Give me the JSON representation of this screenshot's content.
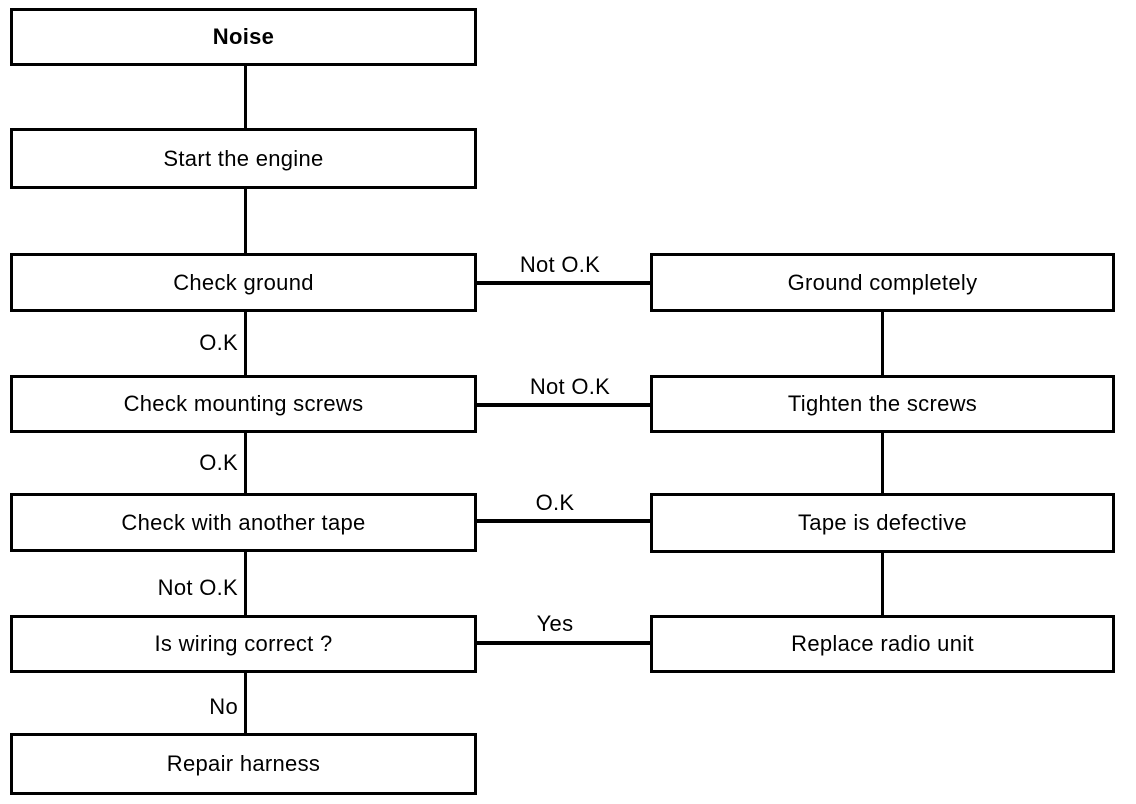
{
  "diagram": {
    "type": "flowchart",
    "title": "Noise",
    "colors": {
      "background": "#ffffff",
      "line": "#000000",
      "text": "#000000"
    },
    "nodes": [
      {
        "id": "noise",
        "label": "Noise",
        "column": "left",
        "row": 0
      },
      {
        "id": "start-engine",
        "label": "Start the engine",
        "column": "left",
        "row": 1
      },
      {
        "id": "check-ground",
        "label": "Check ground",
        "column": "left",
        "row": 2
      },
      {
        "id": "check-mounting-screws",
        "label": "Check mounting screws",
        "column": "left",
        "row": 3
      },
      {
        "id": "check-another-tape",
        "label": "Check with another tape",
        "column": "left",
        "row": 4
      },
      {
        "id": "wiring-correct",
        "label": "Is wiring correct ?",
        "column": "left",
        "row": 5
      },
      {
        "id": "repair-harness",
        "label": "Repair harness",
        "column": "left",
        "row": 6
      },
      {
        "id": "ground-completely",
        "label": "Ground completely",
        "column": "right",
        "row": 2
      },
      {
        "id": "tighten-screws",
        "label": "Tighten the screws",
        "column": "right",
        "row": 3
      },
      {
        "id": "tape-defective",
        "label": "Tape is defective",
        "column": "right",
        "row": 4
      },
      {
        "id": "replace-radio-unit",
        "label": "Replace radio unit",
        "column": "right",
        "row": 5
      }
    ],
    "edges": [
      {
        "from": "noise",
        "to": "start-engine",
        "label": ""
      },
      {
        "from": "start-engine",
        "to": "check-ground",
        "label": ""
      },
      {
        "from": "check-ground",
        "to": "check-mounting-screws",
        "label": "O.K"
      },
      {
        "from": "check-mounting-screws",
        "to": "check-another-tape",
        "label": "O.K"
      },
      {
        "from": "check-another-tape",
        "to": "wiring-correct",
        "label": "Not O.K"
      },
      {
        "from": "wiring-correct",
        "to": "repair-harness",
        "label": "No"
      },
      {
        "from": "check-ground",
        "to": "ground-completely",
        "label": "Not O.K"
      },
      {
        "from": "check-mounting-screws",
        "to": "tighten-screws",
        "label": "Not O.K"
      },
      {
        "from": "check-another-tape",
        "to": "tape-defective",
        "label": "O.K"
      },
      {
        "from": "wiring-correct",
        "to": "replace-radio-unit",
        "label": "Yes"
      },
      {
        "from": "ground-completely",
        "to": "tighten-screws",
        "label": ""
      },
      {
        "from": "tighten-screws",
        "to": "tape-defective",
        "label": ""
      },
      {
        "from": "tape-defective",
        "to": "replace-radio-unit",
        "label": ""
      }
    ]
  }
}
